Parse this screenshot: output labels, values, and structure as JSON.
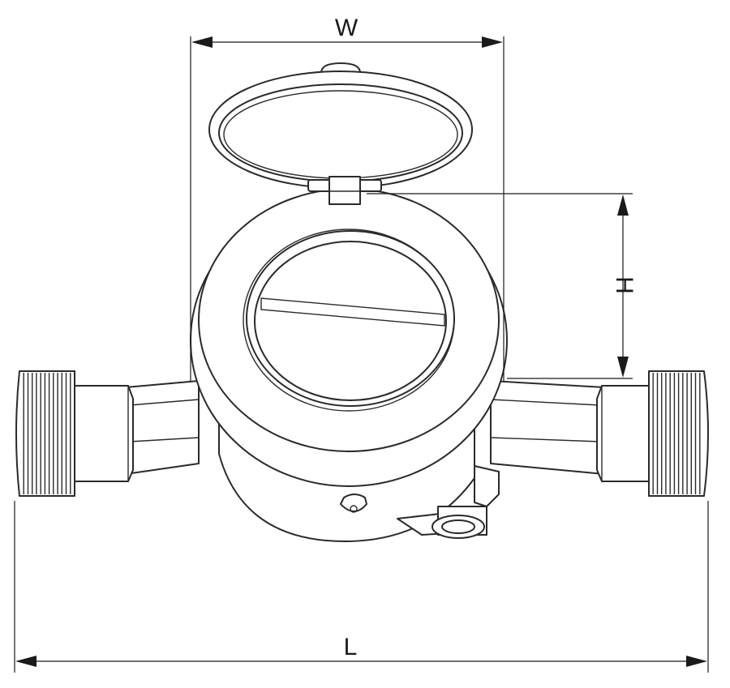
{
  "dimensions": {
    "width_label": "W",
    "height_label": "H",
    "length_label": "L"
  },
  "colors": {
    "line": "#2a2a2a",
    "background": "#ffffff"
  },
  "thread_pitch_count": 13
}
